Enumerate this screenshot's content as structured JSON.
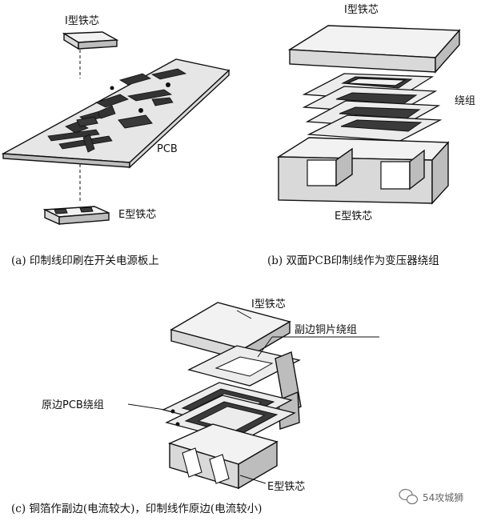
{
  "panel_a": {
    "i_core_label": "I型铁芯",
    "pcb_label": "PCB",
    "e_core_label": "E型铁芯",
    "caption": "(a) 印制线印刷在开关电源板上"
  },
  "panel_b": {
    "i_core_label": "I型铁芯",
    "winding_label": "绕组",
    "e_core_label": "E型铁芯",
    "caption": "(b) 双面PCB印制线作为变压器绕组"
  },
  "panel_c": {
    "i_core_label": "I型铁芯",
    "secondary_label": "副边铜片绕组",
    "primary_label": "原边PCB绕组",
    "e_core_label": "E型铁芯",
    "caption": "(c) 铜箔作副边(电流较大)，印制线作原边(电流较小)"
  },
  "watermark": {
    "text": "54攻城狮",
    "icon": "wechat-icon"
  }
}
